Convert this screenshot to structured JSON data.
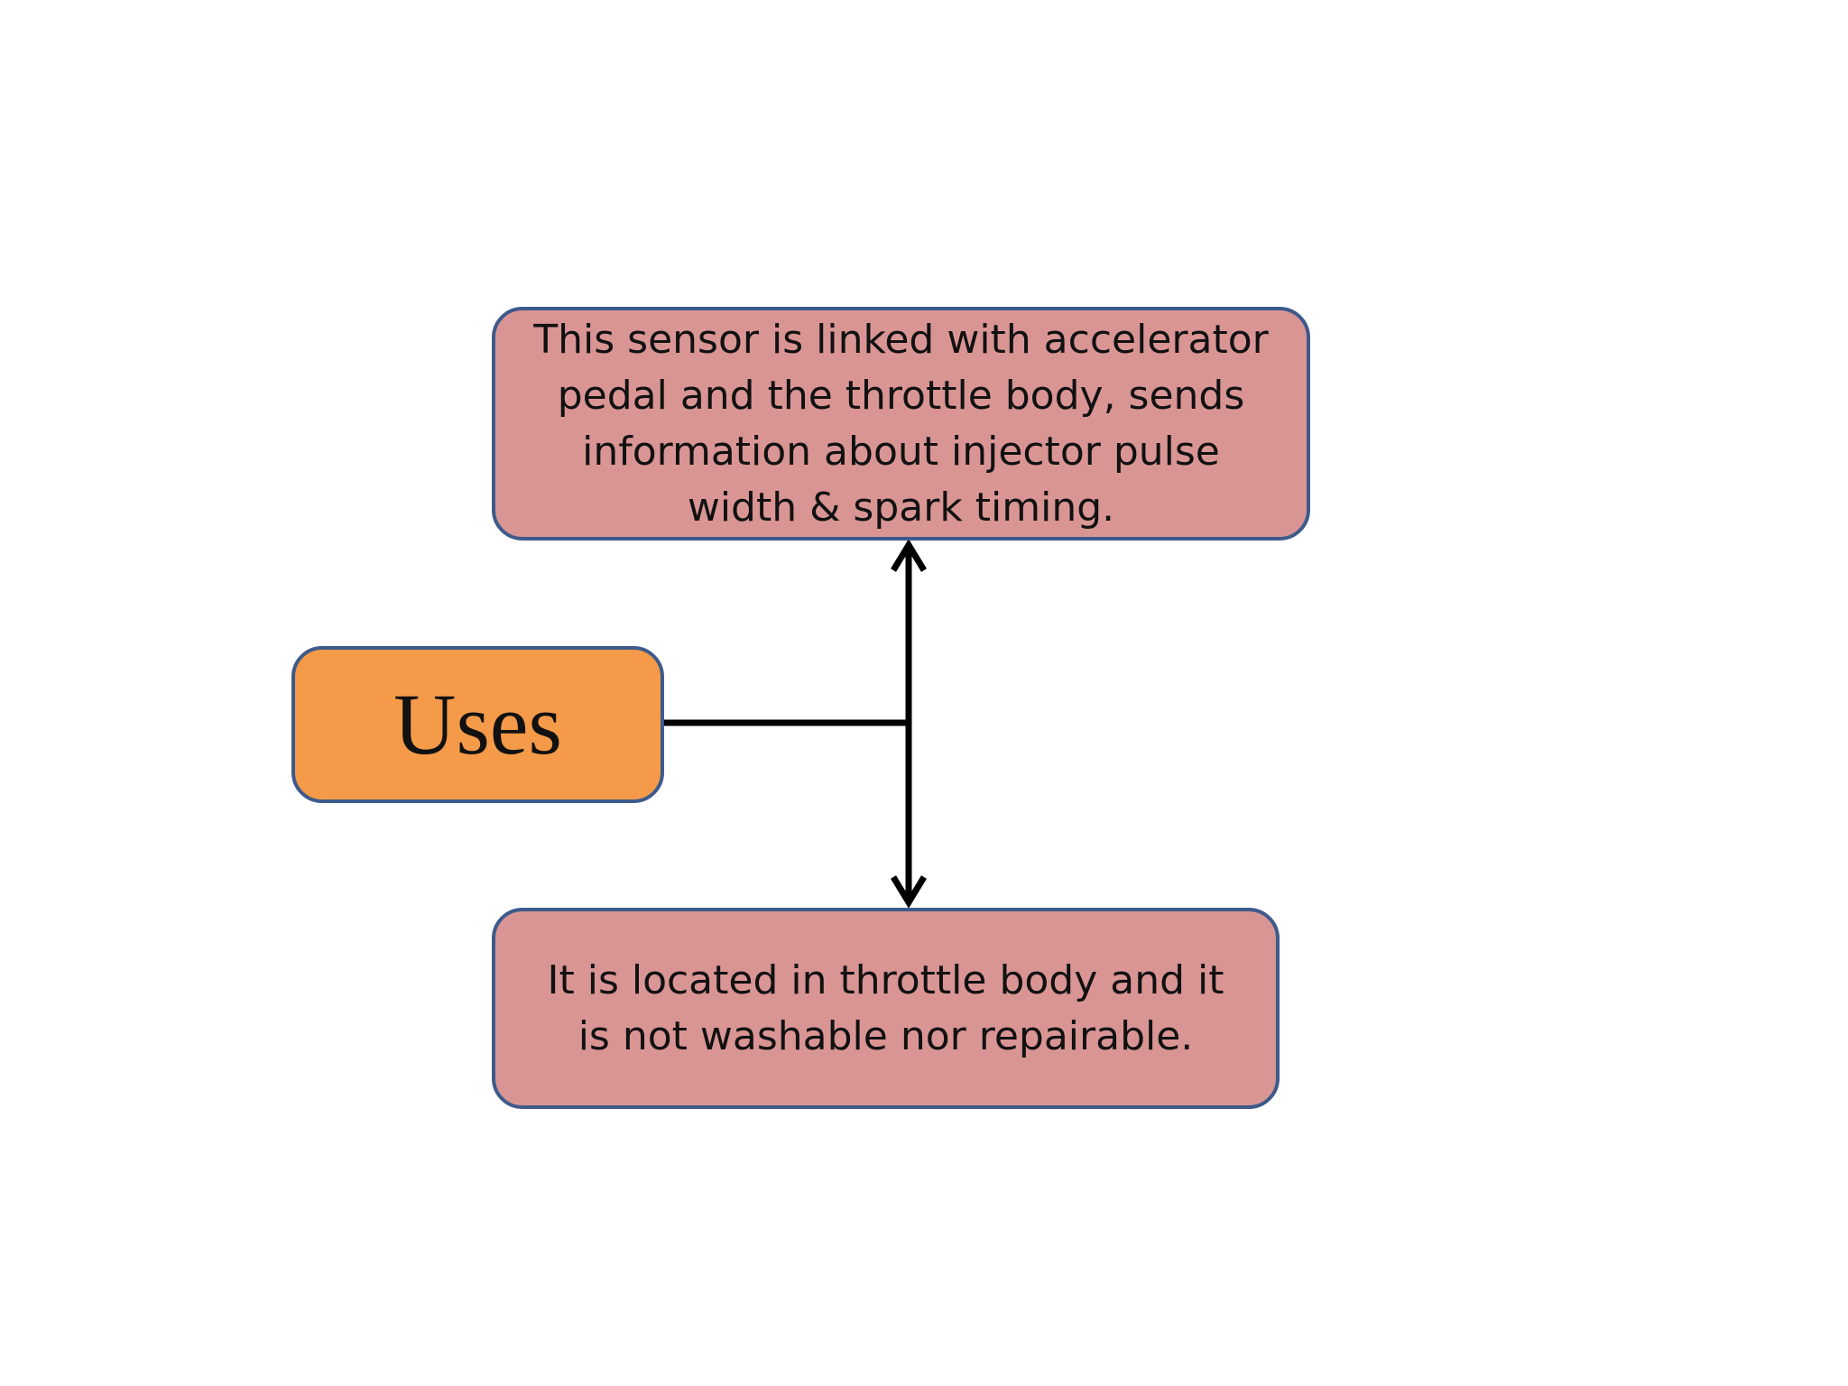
{
  "diagram": {
    "root_label": "Uses",
    "top_text": "This sensor is linked with accelerator pedal and the throttle body, sends information about injector pulse width & spark timing.",
    "bottom_text": "It is located in throttle body and it is not washable nor repairable."
  },
  "colors": {
    "root_fill": "#f59a48",
    "info_fill": "#d99594",
    "border": "#3d5a8a",
    "connector": "#000000"
  }
}
